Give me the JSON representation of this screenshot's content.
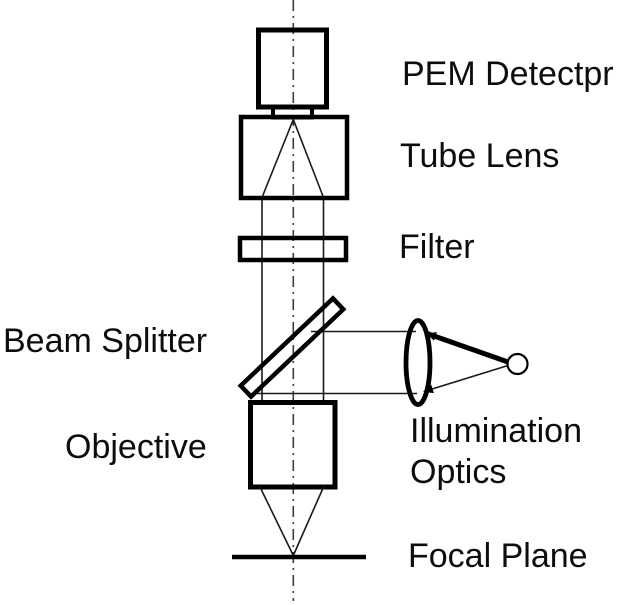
{
  "page": {
    "title": "Microscope optical path schematic",
    "background_color": "#ffffff"
  },
  "colors": {
    "line": "#000000",
    "thin_line": "#1a1a1a",
    "axis_line": "#3c3c3c",
    "text": "#0d0d0d"
  },
  "labels": {
    "pem_detector": "PEM Detectpr",
    "tube_lens": "Tube Lens",
    "filter": "Filter",
    "beam_splitter": "Beam Splitter",
    "objective": "Objective",
    "illumination_line1": "Illumination",
    "illumination_line2": "Optics",
    "focal_plane": "Focal Plane"
  },
  "components": [
    {
      "name": "pem-detector-box",
      "label": "PEM Detectpr"
    },
    {
      "name": "tube-lens-box",
      "label": "Tube Lens"
    },
    {
      "name": "filter-box",
      "label": "Filter"
    },
    {
      "name": "beam-splitter-plate",
      "label": "Beam Splitter"
    },
    {
      "name": "objective-box",
      "label": "Objective"
    },
    {
      "name": "illumination-lens",
      "label": "Illumination Optics"
    },
    {
      "name": "light-source",
      "label": "Illumination Optics"
    },
    {
      "name": "focal-plane-line",
      "label": "Focal Plane"
    }
  ]
}
